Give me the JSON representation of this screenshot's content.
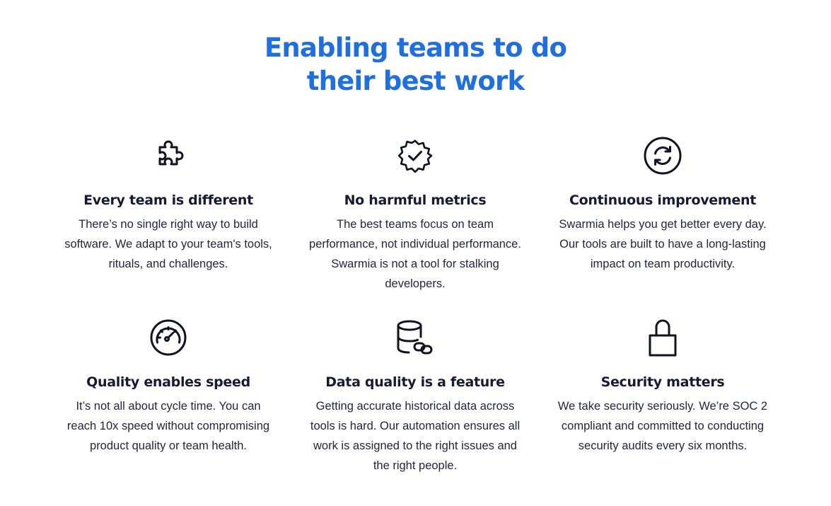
{
  "hero": {
    "title_line1": "Enabling teams to do",
    "title_line2": "their best work",
    "accent_color": "#1f6fe0"
  },
  "features": [
    {
      "icon": "puzzle-piece-icon",
      "title": "Every team is different",
      "body": "There’s no single right way to build software. We adapt to your team's tools, rituals, and challenges."
    },
    {
      "icon": "verified-badge-icon",
      "title": "No harmful metrics",
      "body": "The best teams focus on team performance, not individual performance. Swarmia is not a tool for stalking developers."
    },
    {
      "icon": "refresh-circle-icon",
      "title": "Continuous improvement",
      "body": "Swarmia helps you get better every day. Our tools are built to have a long-lasting impact on team productivity."
    },
    {
      "icon": "speedometer-icon",
      "title": "Quality enables speed",
      "body": "It’s not all about cycle time. You can reach 10x speed without compromising product quality or team health."
    },
    {
      "icon": "database-link-icon",
      "title": "Data quality is a feature",
      "body": "Getting accurate historical data across tools is hard. Our automation ensures all work is assigned to the right issues and the right people."
    },
    {
      "icon": "padlock-icon",
      "title": "Security matters",
      "body": "We take security seriously. We’re SOC 2 compliant and committed to conducting security audits every six months."
    }
  ]
}
